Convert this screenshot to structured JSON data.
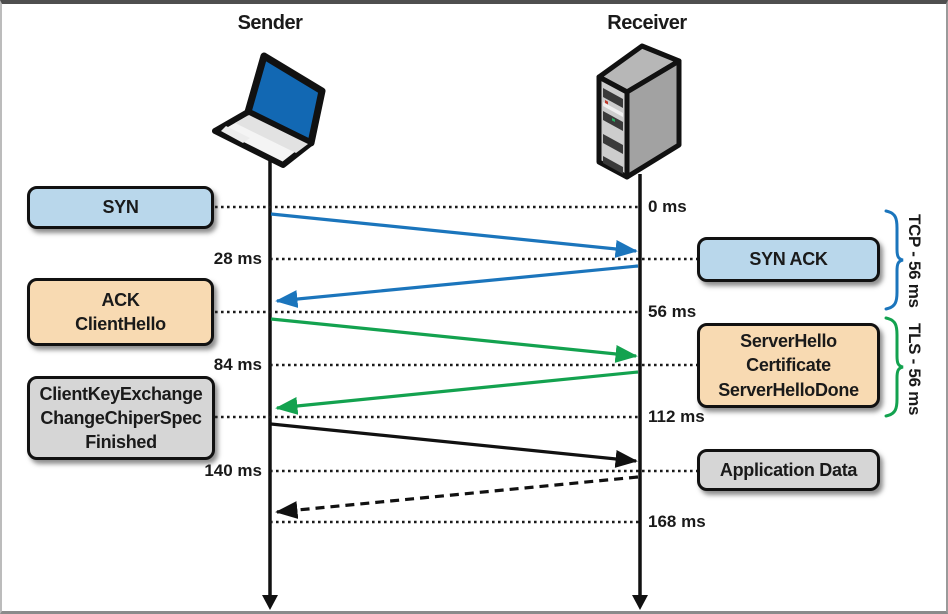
{
  "actors": {
    "sender": {
      "label": "Sender",
      "icon": "laptop-icon"
    },
    "receiver": {
      "label": "Receiver",
      "icon": "server-icon"
    }
  },
  "timeline": {
    "t0": "0 ms",
    "t28": "28 ms",
    "t56": "56 ms",
    "t84": "84 ms",
    "t112": "112 ms",
    "t140": "140 ms",
    "t168": "168 ms"
  },
  "messages": {
    "syn": {
      "label": "SYN"
    },
    "syn_ack": {
      "label": "SYN ACK"
    },
    "ack_client_hello": {
      "line1": "ACK",
      "line2": "ClientHello"
    },
    "server_hello": {
      "line1": "ServerHello",
      "line2": "Certificate",
      "line3": "ServerHelloDone"
    },
    "client_key_exchange": {
      "line1": "ClientKeyExchange",
      "line2": "ChangeChiperSpec",
      "line3": "Finished"
    },
    "application_data": {
      "label": "Application Data"
    }
  },
  "annotations": {
    "tcp_phase": "TCP - 56 ms",
    "tls_phase": "TLS - 56 ms"
  },
  "colors": {
    "tcp_blue": "#1b75bc",
    "tls_green": "#13a24f",
    "data_black": "#111111",
    "box_blue": "#b9d7eb",
    "box_orange": "#f8dab2",
    "box_gray": "#d6d6d6"
  }
}
